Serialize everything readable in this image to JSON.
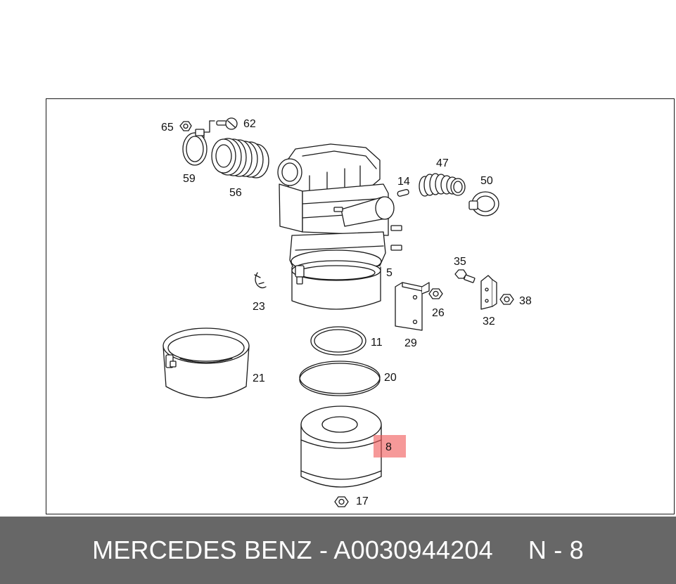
{
  "diagram": {
    "labels": {
      "p65": "65",
      "p62": "62",
      "p59": "59",
      "p56": "56",
      "p14": "14",
      "p47": "47",
      "p50": "50",
      "p35": "35",
      "p5": "5",
      "p23": "23",
      "p26": "26",
      "p38": "38",
      "p32": "32",
      "p29": "29",
      "p11": "11",
      "p21": "21",
      "p20": "20",
      "p8": "8",
      "p17": "17"
    },
    "highlight_color": "#f05a5a"
  },
  "footer": {
    "brand_part": "MERCEDES BENZ - A0030944204",
    "position": "N - 8"
  }
}
